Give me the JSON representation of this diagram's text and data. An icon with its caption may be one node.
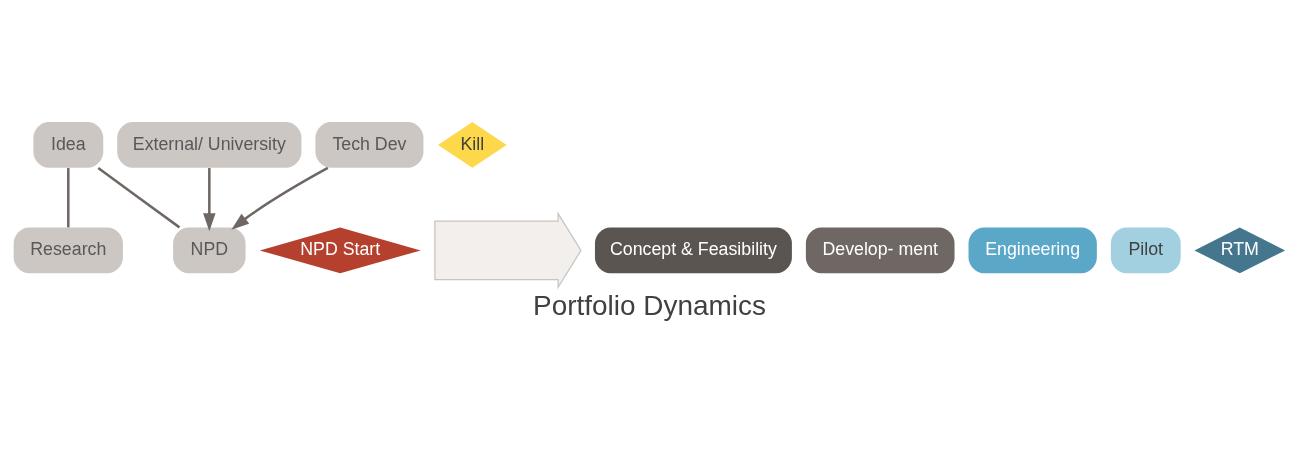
{
  "diagram": {
    "title": "Portfolio Dynamics",
    "nodes": [
      {
        "text": [
          "Idea"
        ]
      },
      {
        "text": [
          "Research"
        ]
      },
      {
        "text": [
          "External/ University"
        ]
      },
      {
        "text": [
          "Tech Dev"
        ]
      },
      {
        "text": [
          "NPD"
        ]
      },
      {
        "text": [
          "NPD Start"
        ]
      },
      {
        "text": [],
        "shape": "arrow"
      },
      {
        "text": [
          "Concept & Feasibility"
        ]
      },
      {
        "text": [
          "Develop- ment"
        ]
      },
      {
        "text": [
          "Engineering"
        ]
      },
      {
        "text": [
          "Pilot"
        ]
      },
      {
        "text": [
          "RTM"
        ]
      },
      {
        "text": [
          "Kill"
        ]
      }
    ],
    "edges": [
      {
        "from": 0,
        "to": 1,
        "arrow": "none"
      },
      {
        "from": 0,
        "to": 4,
        "arrow": "none"
      },
      {
        "from": 2,
        "to": 4,
        "arrow": "to"
      },
      {
        "from": 3,
        "to": 4,
        "arrow": "to"
      }
    ]
  }
}
